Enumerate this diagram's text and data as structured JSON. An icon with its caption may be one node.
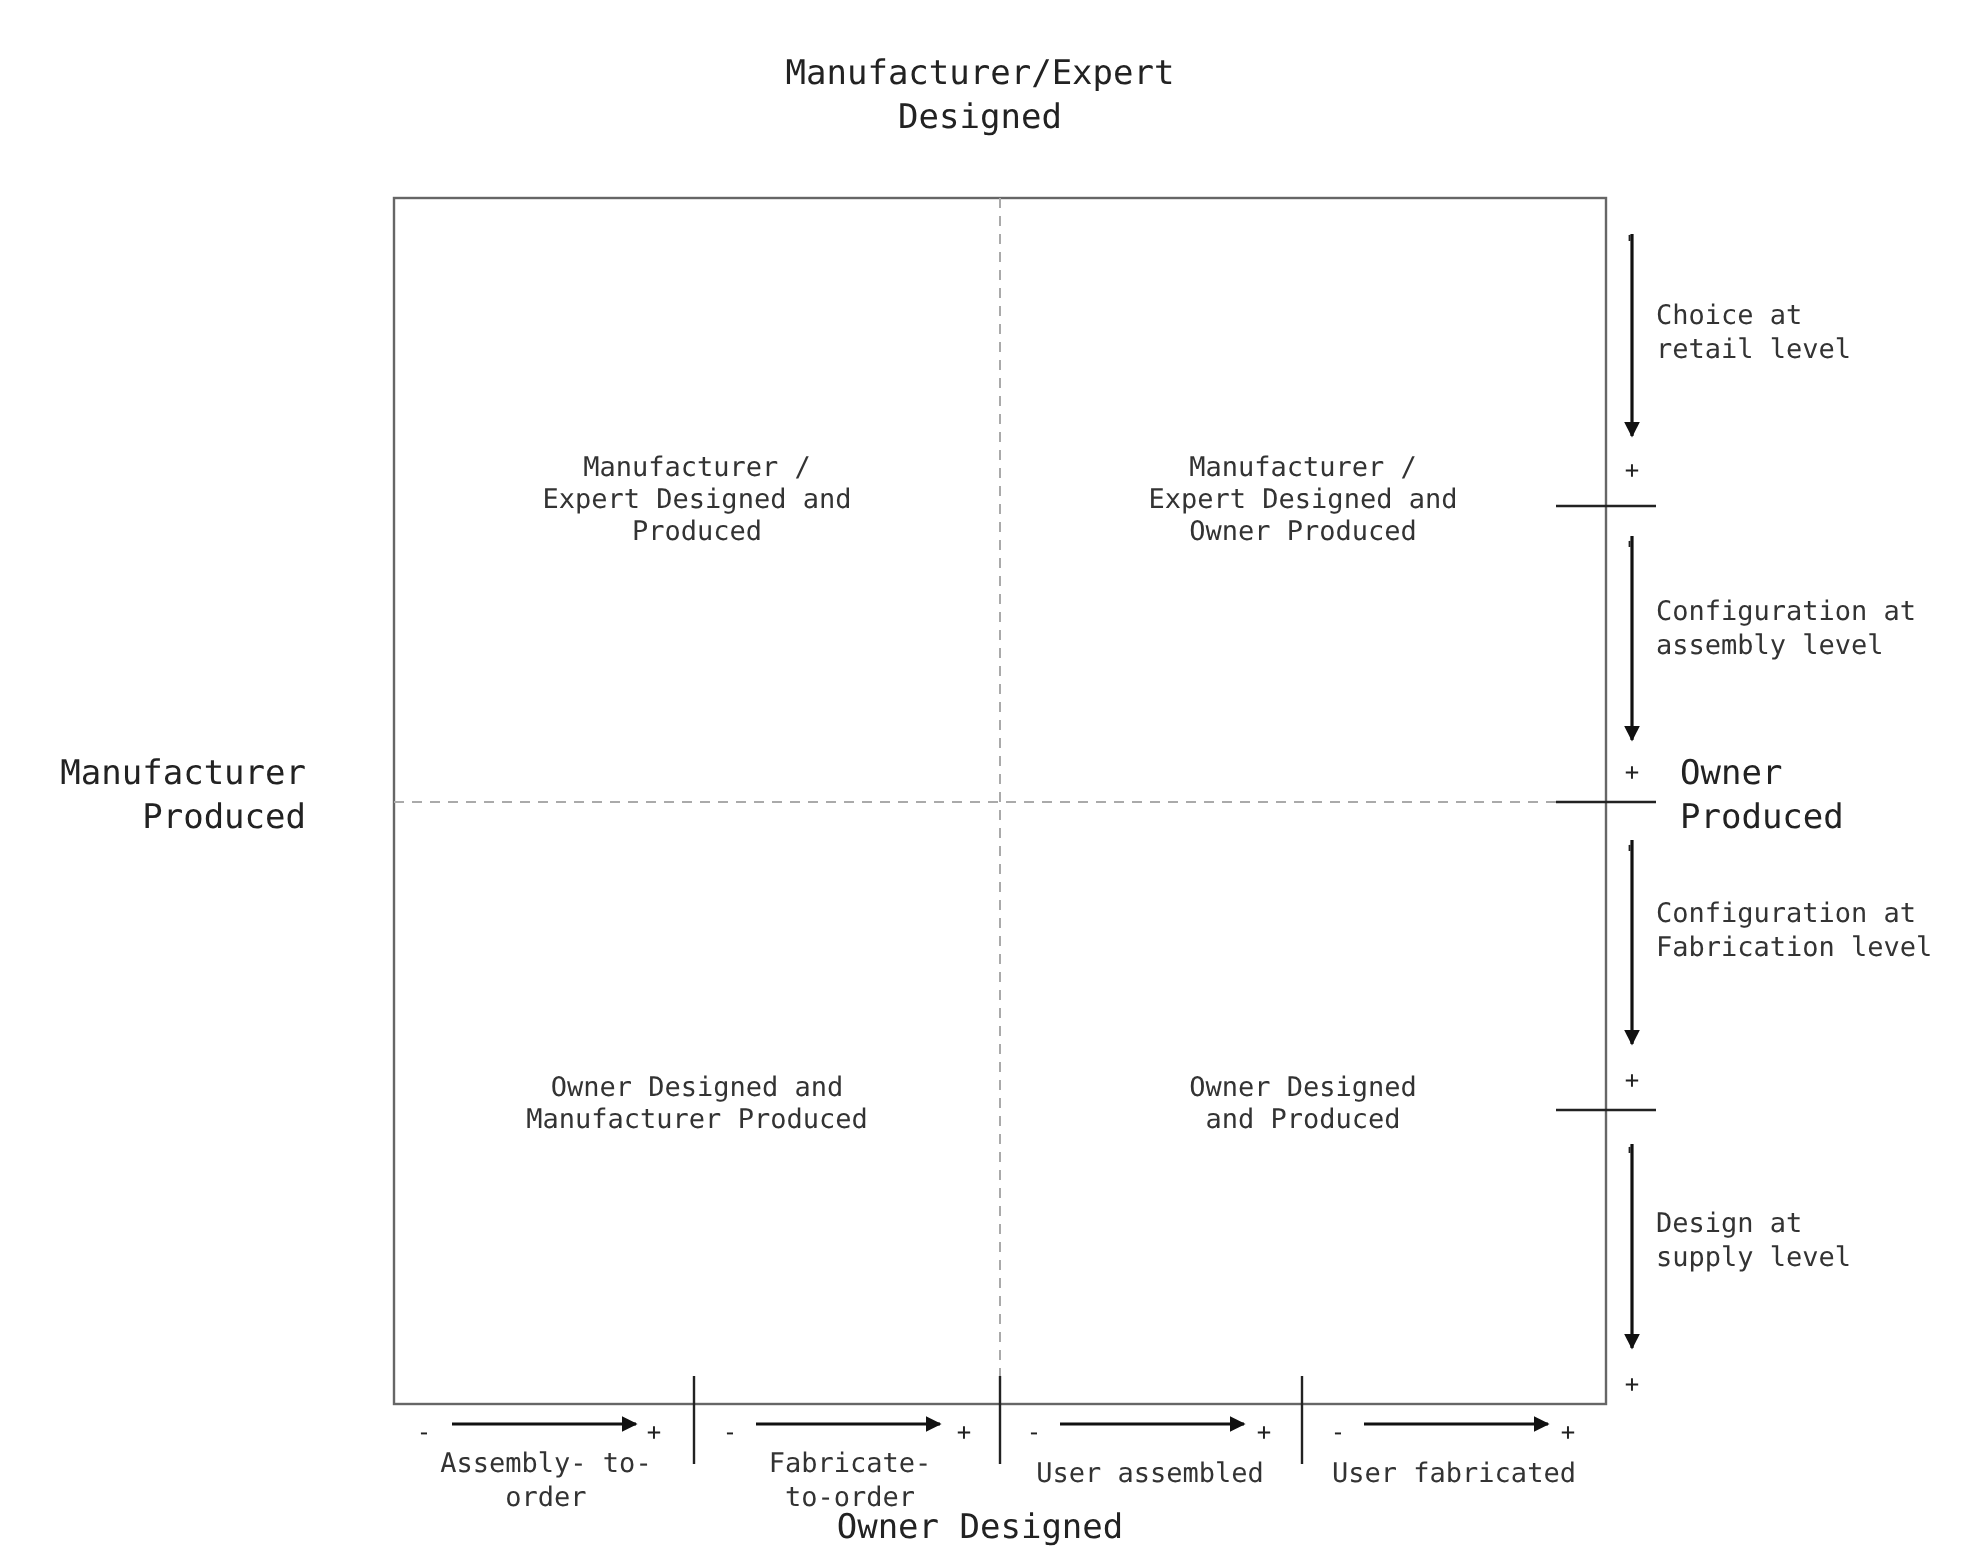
{
  "diagram": {
    "nodes": [
      {
        "text": [
          "Manufacturer / Expert Designed and Produced"
        ]
      },
      {
        "text": [
          "Manufacturer / Expert Designed and Owner Produced"
        ]
      },
      {
        "text": [
          "Owner Designed and Manufacturer Produced"
        ]
      },
      {
        "text": [
          "Owner Designed and Produced"
        ]
      }
    ],
    "edges": [],
    "labels": [
      "Manufacturer/Expert Designed",
      "-",
      "Choice at retail level",
      "+",
      "-",
      "Configuration at assembly level",
      "+",
      "Manufacturer Produced",
      "Owner Produced",
      "-",
      "Configuration at Fabrication level",
      "+",
      "-",
      "Design at supply level",
      "+",
      "-",
      "+",
      "-",
      "+",
      "-",
      "+",
      "-",
      "+",
      "Assembly- to-order",
      "Fabricate- to-order",
      "User assembled",
      "User fabricated",
      "Owner Designed"
    ]
  }
}
